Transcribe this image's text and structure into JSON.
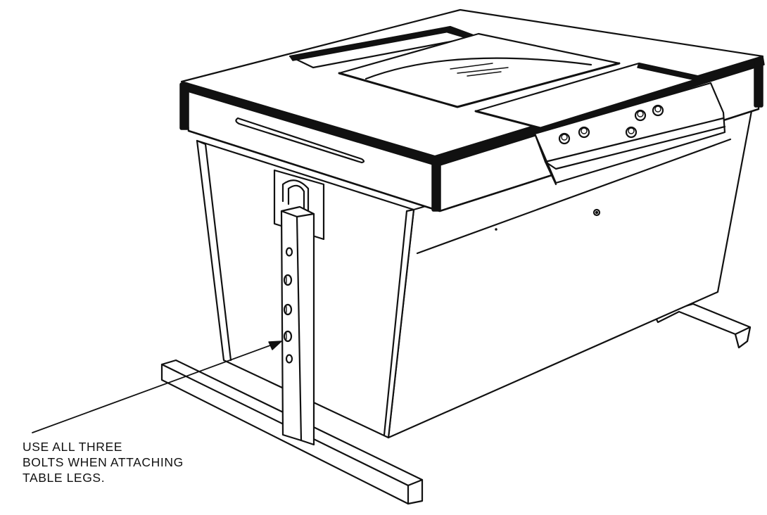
{
  "callout": {
    "lines": [
      "USE ALL THREE",
      "BOLTS WHEN ATTACHING",
      "TABLE LEGS."
    ]
  },
  "colors": {
    "ink": "#111111",
    "paper": "#ffffff"
  },
  "leg_holes": {
    "total": 5,
    "bolts": 3
  }
}
